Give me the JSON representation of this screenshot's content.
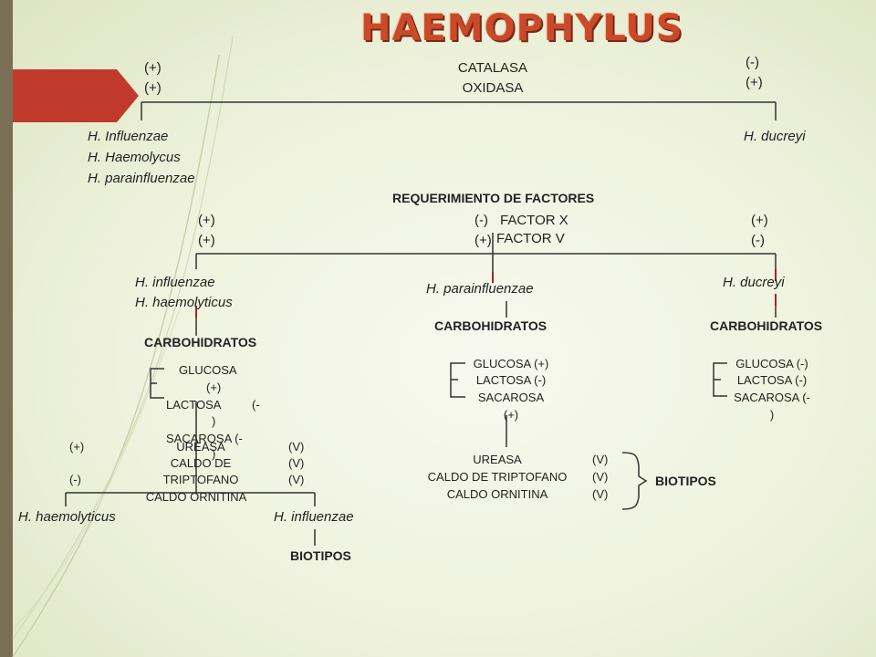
{
  "title": "HAEMOPHYLUS",
  "level1": {
    "test1": "CATALASA",
    "test2": "OXIDASA",
    "left_r1": "(+)",
    "left_r2": "(+)",
    "right_r1": "(-)",
    "right_r2": "(+)",
    "left_species": [
      "H. Influenzae",
      "H. Haemolycus",
      "H. parainfluenzae"
    ],
    "right_species": "H. ducreyi"
  },
  "level2": {
    "heading": "REQUERIMIENTO DE FACTORES",
    "factor_x": "FACTOR X",
    "factor_v": "FACTOR V",
    "left_r1": "(+)",
    "left_r2": "(+)",
    "mid_r1": "(-)",
    "mid_r2": "(+)",
    "right_r1": "(+)",
    "right_r2": "(-)",
    "left_species": [
      "H. influenzae",
      "H. haemolyticus"
    ],
    "mid_species": "H. parainfluenzae",
    "right_species": "H. ducreyi"
  },
  "carbs": {
    "heading": "CARBOHIDRATOS",
    "left": {
      "g1": "GLUCOSA",
      "g2": "(+)",
      "l1": "LACTOSA",
      "l2": "(-",
      "l3": ")",
      "s1": "SACAROSA (-",
      "s2": ")"
    },
    "mid": {
      "g": "GLUCOSA (+)",
      "l": "LACTOSA (-)",
      "s1": "SACAROSA",
      "s2": "(+)"
    },
    "right": {
      "g": "GLUCOSA (-)",
      "l": "LACTOSA (-)",
      "s1": "SACAROSA (-",
      "s2": ")"
    }
  },
  "biotypes_left": {
    "tests": [
      "UREASA",
      "CALDO DE",
      "TRIPTOFANO",
      "CALDO ORNITINA"
    ],
    "values": [
      "(V)",
      "(V)",
      "(V)"
    ],
    "r1": "(+)",
    "r2": "(-)",
    "species_left": "H. haemolyticus",
    "species_right": "H. influenzae",
    "label": "BIOTIPOS"
  },
  "biotypes_mid": {
    "tests": [
      "UREASA",
      "CALDO DE TRIPTOFANO",
      "CALDO ORNITINA"
    ],
    "values": [
      "(V)",
      "(V)",
      "(V)"
    ],
    "label": "BIOTIPOS"
  },
  "colors": {
    "accent": "#c0392b",
    "title": "#c94a2a",
    "bar": "#7a6f54",
    "tick": "#a0281c"
  }
}
